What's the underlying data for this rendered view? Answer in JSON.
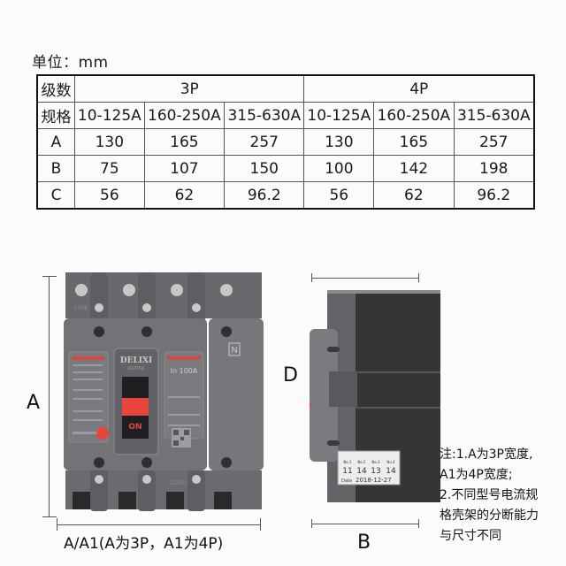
{
  "unit_label": "单位：mm",
  "table": {
    "header_row": {
      "label": "级数",
      "groups": [
        "3P",
        "4P"
      ]
    },
    "spec_row": {
      "label": "规格",
      "values": [
        "10-125A",
        "160-250A",
        "315-630A",
        "10-125A",
        "160-250A",
        "315-630A"
      ]
    },
    "rows": [
      {
        "label": "A",
        "values": [
          "130",
          "165",
          "257",
          "130",
          "165",
          "257"
        ]
      },
      {
        "label": "B",
        "values": [
          "75",
          "107",
          "150",
          "100",
          "142",
          "198"
        ]
      },
      {
        "label": "C",
        "values": [
          "56",
          "62",
          "96.2",
          "56",
          "62",
          "96.2"
        ]
      }
    ]
  },
  "front_view": {
    "dim_height_label": "A",
    "dim_width_label": "A/A1(A为3P，A1为4P)",
    "brand": "DELIXI",
    "brand_sub": "ELECTRIC",
    "rating": "In 100A",
    "switch_state": "ON",
    "neutral_mark": "N",
    "line_mark": "LINE",
    "load_mark": "LOAD"
  },
  "side_view": {
    "dim_depth_label": "D",
    "dim_width_label": "B",
    "sticker": {
      "headers": [
        "No.1",
        "No.2",
        "No.3",
        "No.4"
      ],
      "values": [
        "11",
        "14",
        "13",
        "14"
      ],
      "date_label": "Date",
      "date": "2018-12-27"
    }
  },
  "notes": {
    "line1": "注:1.A为3P宽度,",
    "line2": "A1为4P宽度;",
    "line3": "2.不同型号电流规",
    "line4": "格壳架的分断能力",
    "line5": "与尺寸不同"
  },
  "colors": {
    "body": "#6f7073",
    "body_dark": "#5b5c5f",
    "side_dark": "#3a3a3c",
    "red": "#e8453c"
  }
}
